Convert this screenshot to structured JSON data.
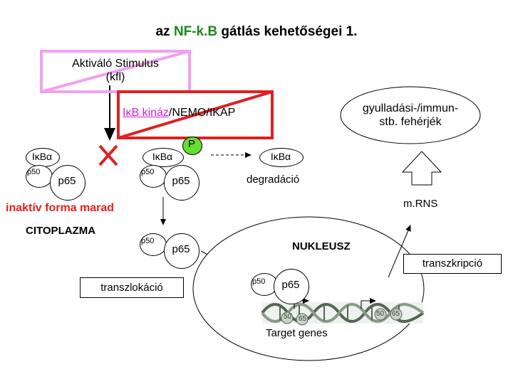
{
  "title": {
    "prefix": "az",
    "nfkb": "NF-k.B",
    "suffix": "gátlás kehetőségei 1."
  },
  "stimulus": {
    "line1": "Aktiváló Stimulus",
    "line2": "(kfl)"
  },
  "kinase": {
    "ikb_kinase": "IκB kináz",
    "rest": "/NEMO/IKAP"
  },
  "inflammatory": {
    "line1": "gyulladási-/immun-",
    "line2": "stb. fehérjék"
  },
  "complex_left": {
    "ikb": "IκBα",
    "p50": "p50",
    "p65": "p65"
  },
  "complex_mid": {
    "ikb": "IκBα",
    "p50": "p50",
    "p65": "p65",
    "phospho": "P"
  },
  "degradation": {
    "ikb": "IκBα",
    "label": "degradáció"
  },
  "inactive_label": "inaktív forma marad",
  "cytoplasm_label": "CITOPLAZMA",
  "mrna_label": "m.RNS",
  "complex_free": {
    "p50": "p50",
    "p65": "p65"
  },
  "translocation_label": "transzlokáció",
  "nucleus": {
    "label": "NUKLEUSZ",
    "p50": "p50",
    "p65": "p65",
    "target_genes": "Target genes",
    "dna_p50": "50",
    "dna_p65": "65",
    "dna_p50_b": "50",
    "dna_p65_b": "65"
  },
  "transcription_label": "transzkripció",
  "colors": {
    "red": "#e02020",
    "pink": "#f0a0f0",
    "green": "#1a8a1a",
    "pbadge": "#66dd33",
    "magenta": "#d020d0"
  }
}
